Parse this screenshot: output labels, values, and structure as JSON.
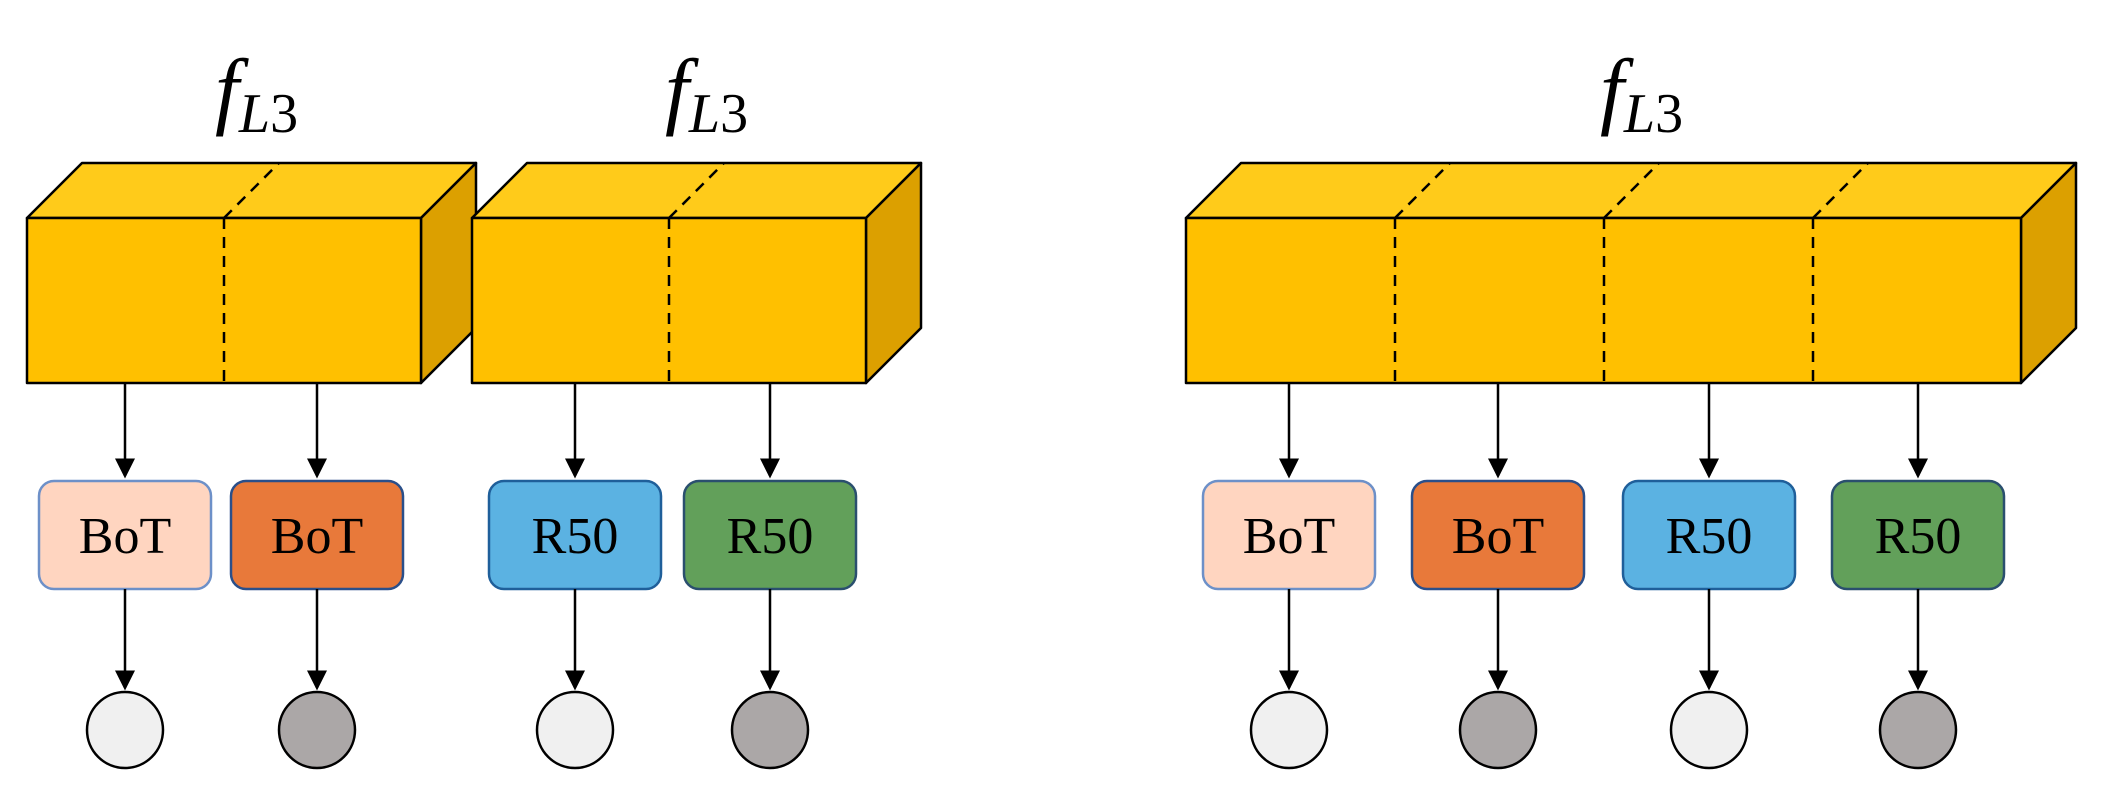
{
  "colors": {
    "feature_front": "#FFC000",
    "feature_top": "#FFCB1A",
    "feature_side": "#DCA000",
    "bot_light": "#FFD5C0",
    "bot_light_border": "#6D90C8",
    "bot_dark": "#E8793A",
    "bot_dark_border": "#2A4F8A",
    "r50_blue": "#5BB2E2",
    "r50_blue_border": "#1F5F9A",
    "r50_green": "#62A05A",
    "r50_green_border": "#2A4F6E",
    "output_light": "#F0F0F0",
    "output_dark": "#ABA7A7"
  },
  "groups": [
    {
      "title": {
        "symbol": "f",
        "subscript": "L",
        "subscript_num": "3"
      },
      "heads": [
        {
          "label": "BoT",
          "style": "bot_light",
          "output": "light"
        },
        {
          "label": "BoT",
          "style": "bot_dark",
          "output": "dark"
        }
      ]
    },
    {
      "title": {
        "symbol": "f",
        "subscript": "L",
        "subscript_num": "3"
      },
      "heads": [
        {
          "label": "R50",
          "style": "r50_blue",
          "output": "light"
        },
        {
          "label": "R50",
          "style": "r50_green",
          "output": "dark"
        }
      ]
    },
    {
      "title": {
        "symbol": "f",
        "subscript": "L",
        "subscript_num": "3"
      },
      "heads": [
        {
          "label": "BoT",
          "style": "bot_light",
          "output": "light"
        },
        {
          "label": "BoT",
          "style": "bot_dark",
          "output": "dark"
        },
        {
          "label": "R50",
          "style": "r50_blue",
          "output": "light"
        },
        {
          "label": "R50",
          "style": "r50_green",
          "output": "dark"
        }
      ]
    }
  ]
}
